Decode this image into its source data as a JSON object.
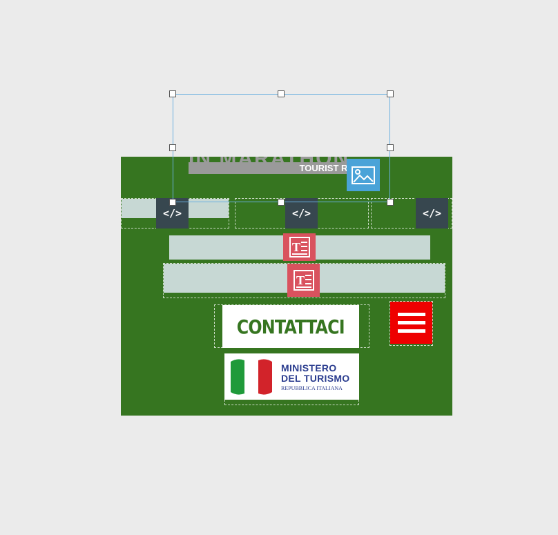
{
  "header": {
    "logo_text": "IN MARATHON",
    "tagline": "TOURIST RI"
  },
  "widgets": {
    "code_icon": "code-icon",
    "code_glyph": "</>",
    "text_icon": "text-widget-icon",
    "image_icon": "image-icon",
    "menu_icon": "hamburger-menu-icon"
  },
  "contact": {
    "label": "CONTATTACI"
  },
  "ministry": {
    "line1": "MINISTERO",
    "line2": "DEL TURISMO",
    "line3": "REPUBBLICA ITALIANA"
  },
  "colors": {
    "canvas_bg": "#367520",
    "code_widget": "#37474f",
    "text_widget": "#d9525e",
    "menu_button": "#ee0000",
    "selection": "#6ab0e0",
    "image_badge": "#4aa3d8"
  }
}
